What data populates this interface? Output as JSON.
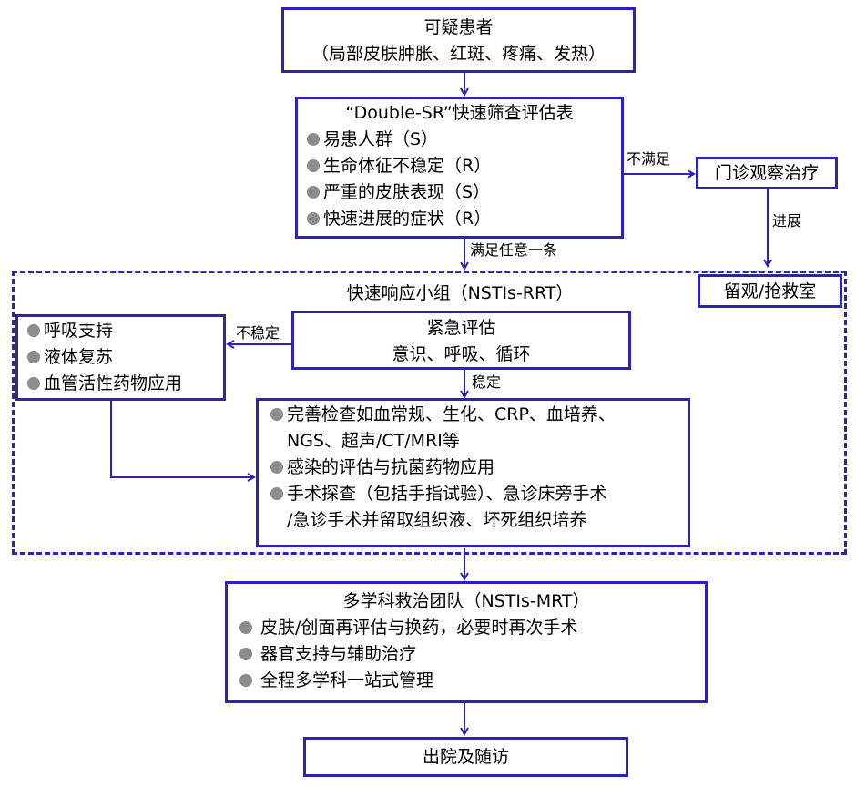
{
  "nodes": {
    "suspected": {
      "title": "可疑患者",
      "subtitle": "（局部皮肤肿胀、红斑、疼痛、发热）"
    },
    "screening": {
      "title": "“Double-SR”快速筛查评估表",
      "items": [
        "易患人群（S）",
        "生命体征不稳定（R）",
        "严重的皮肤表现（S）",
        "快速进展的症状（R）"
      ]
    },
    "outpatient": {
      "title": "门诊观察治疗"
    },
    "observation_room": {
      "title": "留观/抢救室"
    },
    "rrt": {
      "title": "快速响应小组（NSTIs-RRT）"
    },
    "emergency_eval": {
      "title": "紧急评估",
      "subtitle": "意识、呼吸、循环"
    },
    "support": {
      "items": [
        "呼吸支持",
        "液体复苏",
        "血管活性药物应用"
      ]
    },
    "workup": {
      "items": [
        {
          "lines": [
            "完善检查如血常规、生化、CRP、血培养、",
            "NGS、超声/CT/MRI等"
          ]
        },
        {
          "lines": [
            "感染的评估与抗菌药物应用"
          ]
        },
        {
          "lines": [
            "手术探查（包括手指试验）、急诊床旁手术",
            "/急诊手术并留取组织液、坏死组织培养"
          ]
        }
      ]
    },
    "mrt": {
      "title": "多学科救治团队（NSTIs-MRT）",
      "items": [
        "皮肤/创面再评估与换药，必要时再次手术",
        "器官支持与辅助治疗",
        "全程多学科一站式管理"
      ]
    },
    "discharge": {
      "title": "出院及随访"
    }
  },
  "edge_labels": {
    "not_met": "不满足",
    "any_met": "满足任意一条",
    "progress": "进展",
    "unstable": "不稳定",
    "stable": "稳定"
  },
  "colors": {
    "line": "#2b22b8",
    "bullet": "#8c8c8c"
  }
}
